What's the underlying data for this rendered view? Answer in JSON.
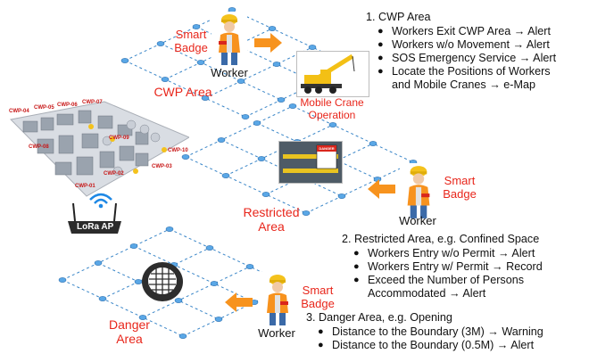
{
  "worker_label": "Worker",
  "badge_label_1": "Smart",
  "badge_label_2": "Badge",
  "zones": {
    "cwp": "CWP Area",
    "restricted_1": "Restricted",
    "restricted_2": "Area",
    "danger_1": "Danger",
    "danger_2": "Area"
  },
  "crane_caption_1": "Mobile Crane",
  "crane_caption_2": "Operation",
  "danger_sign": "DANGER",
  "gateway_label": "LoRa AP",
  "site_labels": [
    "CWP-04",
    "CWP-05",
    "CWP-06",
    "CWP-07",
    "CWP-08",
    "CWP-09",
    "CWP-10",
    "CWP-01",
    "CWP-02",
    "CWP-03"
  ],
  "sections": [
    {
      "title": "1. CWP Area",
      "items": [
        "Workers Exit CWP Area → Alert",
        "Workers w/o Movement → Alert",
        "SOS Emergency Service → Alert",
        "Locate the Positions of Workers",
        "Mobile Cranes → e-Map"
      ],
      "continuation": "and"
    },
    {
      "title": "2. Restricted Area, e.g. Confined Space",
      "items": [
        "Workers Entry w/o Permit → Alert",
        "Workers Entry w/ Permit → Record",
        "Exceed the Number of Persons",
        "Accommodated → Alert"
      ]
    },
    {
      "title": "3. Danger Area, e.g. Opening",
      "items": [
        "Distance to the Boundary (3M) → Warning",
        "Distance to the Boundary (0.5M) → Alert"
      ]
    }
  ],
  "colors": {
    "zone_red": "#e8261b",
    "grid_blue": "#3a86c8",
    "arrow_orange": "#f7931e",
    "badge_red": "#d9261c"
  }
}
